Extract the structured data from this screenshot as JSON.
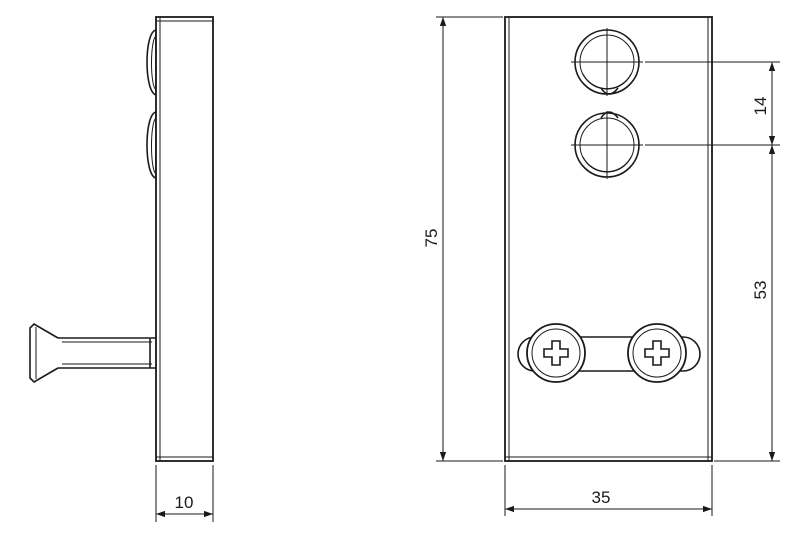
{
  "colors": {
    "line": "#1a1a1a",
    "background": "#ffffff"
  },
  "dimensions": {
    "thickness": "10",
    "height": "75",
    "width": "35",
    "hole_spacing": "14",
    "hole_to_bottom": "53"
  }
}
